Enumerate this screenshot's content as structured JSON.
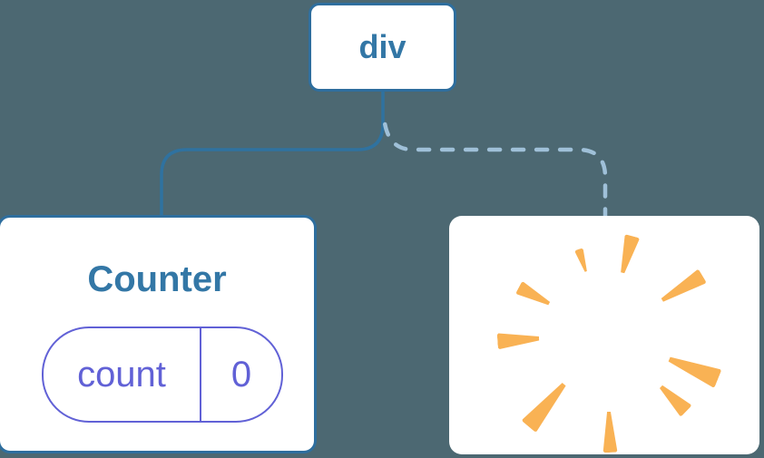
{
  "diagram": {
    "root_node": {
      "label": "div"
    },
    "counter_node": {
      "title": "Counter",
      "state_key": "count",
      "state_value": "0"
    },
    "removed_node": {
      "icon": "poof-icon"
    },
    "colors": {
      "background": "#4C6872",
      "card_bg": "#FFFFFF",
      "node_border": "#2E6E9E",
      "node_text": "#3377A6",
      "solid_link": "#2F72A0",
      "dashed_link": "#9FC0D8",
      "state_accent": "#6161D6",
      "poof": "#F9B254"
    }
  }
}
